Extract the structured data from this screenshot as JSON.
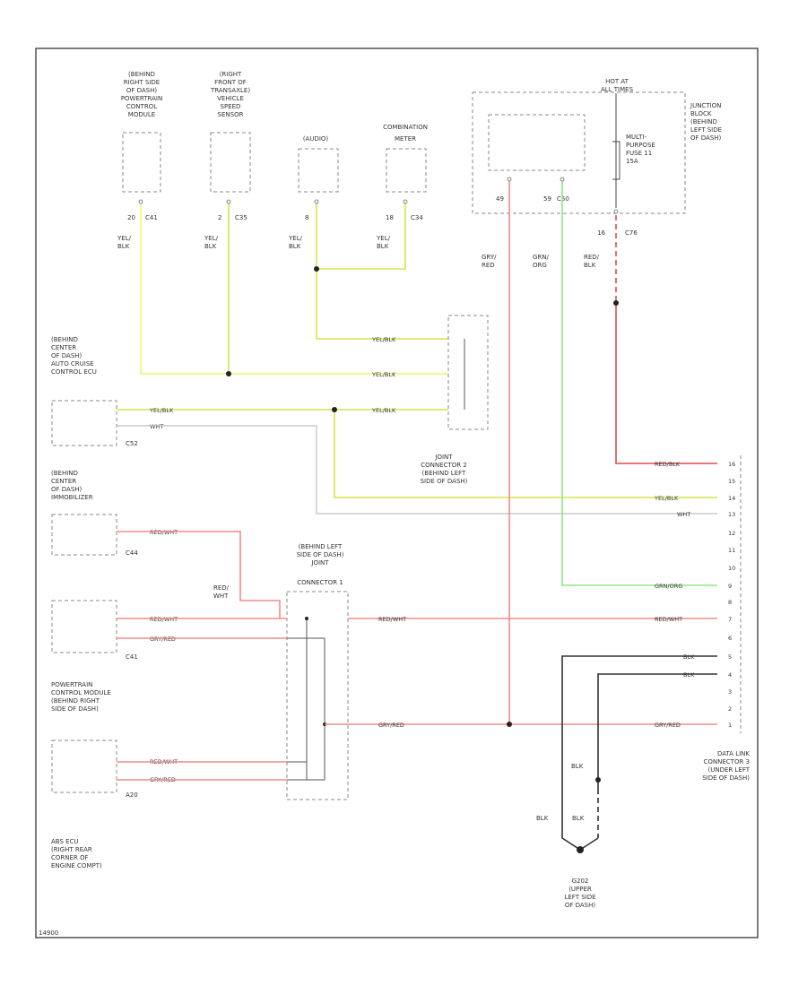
{
  "colors": {
    "yel_blk": "#d9e34a",
    "yel_bright": "#f4f36a",
    "red": "#f28b8b",
    "red_blk": "#e04c4c",
    "grn": "#8ee884",
    "blk": "#333333",
    "wht": "#bfbfbf"
  },
  "diagram_id": "14900",
  "top_components": [
    {
      "lines": [
        "(BEHIND",
        "RIGHT SIDE",
        "OF DASH)",
        "POWERTRAIN",
        "CONTROL",
        "MODULE"
      ],
      "pin": "20",
      "conn": "C41",
      "wire": "YEL/",
      "wire2": "BLK"
    },
    {
      "lines": [
        "(RIGHT",
        "FRONT OF",
        "TRANSAXLE)",
        "VEHICLE",
        "SPEED",
        "SENSOR"
      ],
      "pin": "2",
      "conn": "C35",
      "wire": "YEL/",
      "wire2": "BLK"
    },
    {
      "lines": [
        "(AUDIO)"
      ],
      "pin": "8",
      "conn": "",
      "wire": "YEL/",
      "wire2": "BLK"
    },
    {
      "lines": [
        "COMBINATION",
        "METER"
      ],
      "pin": "18",
      "conn": "C34",
      "wire": "YEL/",
      "wire2": "BLK"
    }
  ],
  "hot_label": [
    "HOT AT",
    "ALL TIMES"
  ],
  "junction_label": [
    "JUNCTION",
    "BLOCK",
    "(BEHIND",
    "LEFT SIDE",
    "OF DASH)"
  ],
  "fuse_label": [
    "MULTI-",
    "PURPOSE",
    "FUSE 11",
    "15A"
  ],
  "jb_pins": {
    "p1": "49",
    "p2": "59",
    "conn": "C50",
    "p3": "16",
    "conn2": "C76"
  },
  "jb_wires": {
    "w1a": "GRY/",
    "w1b": "RED",
    "w2a": "GRN/",
    "w2b": "ORG",
    "w3a": "RED/",
    "w3b": "BLK"
  },
  "audio_wire": {
    "a": "YEL/",
    "b": "BLK"
  },
  "joint2_wires": [
    "YEL/BLK",
    "YEL/BLK",
    "YEL/BLK"
  ],
  "joint2_label": [
    "JOINT",
    "CONNECTOR 2",
    "(BEHIND LEFT",
    "SIDE OF DASH)"
  ],
  "ecu_label": [
    "(BEHIND",
    "CENTER",
    "OF DASH)",
    "AUTO CRUISE",
    "CONTROL ECU"
  ],
  "ecu_wires": {
    "w1": "YEL/BLK",
    "w2": "WHT",
    "conn": "C52"
  },
  "immob_label": [
    "(BEHIND",
    "CENTER",
    "OF DASH)",
    "IMMOBILIZER"
  ],
  "immob_wire": "RED/WHT",
  "immob_conn": "C44",
  "joint1_label": [
    "(BEHIND LEFT",
    "SIDE OF DASH)",
    "JOINT",
    "CONNECTOR 1"
  ],
  "joint1_left_wire": [
    "RED/",
    "WHT"
  ],
  "pcm_wires": [
    "RED/WHT",
    "GRY/RED"
  ],
  "pcm_conn": "C41",
  "pcm_label": [
    "POWERTRAIN",
    "CONTROL MODULE",
    "(BEHIND RIGHT",
    "SIDE OF DASH)"
  ],
  "abs_wires": [
    "RED/WHT",
    "GRY/RED"
  ],
  "abs_conn": "A20",
  "abs_label": [
    "ABS ECU",
    "(RIGHT REAR",
    "CORNER OF",
    "ENGINE COMPT)"
  ],
  "joint1_right_wires": [
    "RED/WHT",
    "GRY/RED"
  ],
  "dlc_wires": {
    "red_blk": "RED/BLK",
    "yel_blk": "YEL/BLK",
    "wht": "WHT",
    "grn_org": "GRN/ORG",
    "red_wht": "RED/WHT",
    "blk1": "BLK",
    "blk2": "BLK",
    "gry_red": "GRY/RED"
  },
  "dlc_pins": [
    "16",
    "15",
    "14",
    "13",
    "12",
    "11",
    "10",
    "9",
    "8",
    "7",
    "6",
    "5",
    "4",
    "3",
    "2",
    "1"
  ],
  "dlc_label": [
    "DATA LINK",
    "CONNECTOR 3",
    "(UNDER LEFT",
    "SIDE OF DASH)"
  ],
  "ground_wires": {
    "a": "BLK",
    "b": "BLK",
    "c": "BLK"
  },
  "ground_label": [
    "G202",
    "(UPPER",
    "LEFT SIDE",
    "OF DASH)"
  ]
}
